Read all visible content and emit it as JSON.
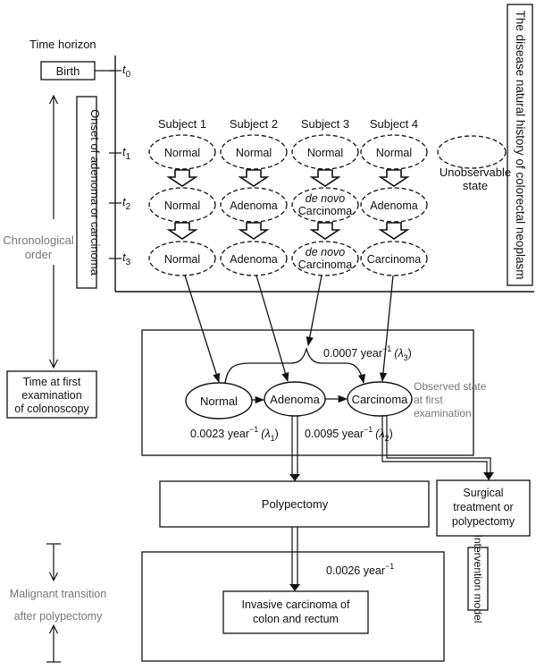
{
  "time_horizon": {
    "title": "Time horizon",
    "birth": "Birth",
    "ticks": [
      {
        "main": "t",
        "sub": "0"
      },
      {
        "main": "t",
        "sub": "1"
      },
      {
        "main": "t",
        "sub": "2"
      },
      {
        "main": "t",
        "sub": "3"
      }
    ]
  },
  "left_labels": {
    "onset": "Onset of adenoma or carcinoma",
    "chronological_line1": "Chronological",
    "chronological_line2": "order",
    "first_exam_line1": "Time at first",
    "first_exam_line2": "examination",
    "first_exam_line3": "of colonoscopy",
    "malignant_line1": "Malignant transition",
    "malignant_line2": "after polypectomy"
  },
  "right_labels": {
    "natural_history": "The disease natural history of colorectal neoplasm",
    "intervention": "Intervention model",
    "unobservable_line1": "Unobservable",
    "unobservable_line2": "state"
  },
  "subjects": [
    {
      "title": "Subject 1",
      "states": [
        {
          "line1": "Normal",
          "line2": "",
          "italic1": false
        },
        {
          "line1": "Normal",
          "line2": "",
          "italic1": false
        },
        {
          "line1": "Normal",
          "line2": "",
          "italic1": false
        }
      ]
    },
    {
      "title": "Subject 2",
      "states": [
        {
          "line1": "Normal",
          "line2": "",
          "italic1": false
        },
        {
          "line1": "Adenoma",
          "line2": "",
          "italic1": false
        },
        {
          "line1": "Adenoma",
          "line2": "",
          "italic1": false
        }
      ]
    },
    {
      "title": "Subject 3",
      "states": [
        {
          "line1": "Normal",
          "line2": "",
          "italic1": false
        },
        {
          "line1": "de novo",
          "line2": "Carcinoma",
          "italic1": true
        },
        {
          "line1": "de novo",
          "line2": "Carcinoma",
          "italic1": true
        }
      ]
    },
    {
      "title": "Subject 4",
      "states": [
        {
          "line1": "Normal",
          "line2": "",
          "italic1": false
        },
        {
          "line1": "Adenoma",
          "line2": "",
          "italic1": false
        },
        {
          "line1": "Carcinoma",
          "line2": "",
          "italic1": false
        }
      ]
    }
  ],
  "observed": {
    "normal": "Normal",
    "adenoma": "Adenoma",
    "carcinoma": "Carcinoma",
    "label_line1": "Observed state",
    "label_line2": "at first",
    "label_line3": "examination",
    "rate_lambda1": {
      "value": "0.0023 year",
      "exp": "−1",
      "param": "(λ",
      "sub": "1",
      "close": ")"
    },
    "rate_lambda2": {
      "value": "0.0095 year",
      "exp": "−1",
      "param": "(λ",
      "sub": "2",
      "close": ")"
    },
    "rate_lambda3": {
      "value": "0.0007 year",
      "exp": "−1",
      "param": "(λ",
      "sub": "3",
      "close": ")"
    }
  },
  "intervention": {
    "polypectomy": "Polypectomy",
    "surgical_line1": "Surgical",
    "surgical_line2": "treatment or",
    "surgical_line3": "polypectomy",
    "rate": {
      "value": "0.0026 year",
      "exp": "−1"
    },
    "invasive_line1": "Invasive carcinoma of",
    "invasive_line2": "colon and rectum"
  }
}
